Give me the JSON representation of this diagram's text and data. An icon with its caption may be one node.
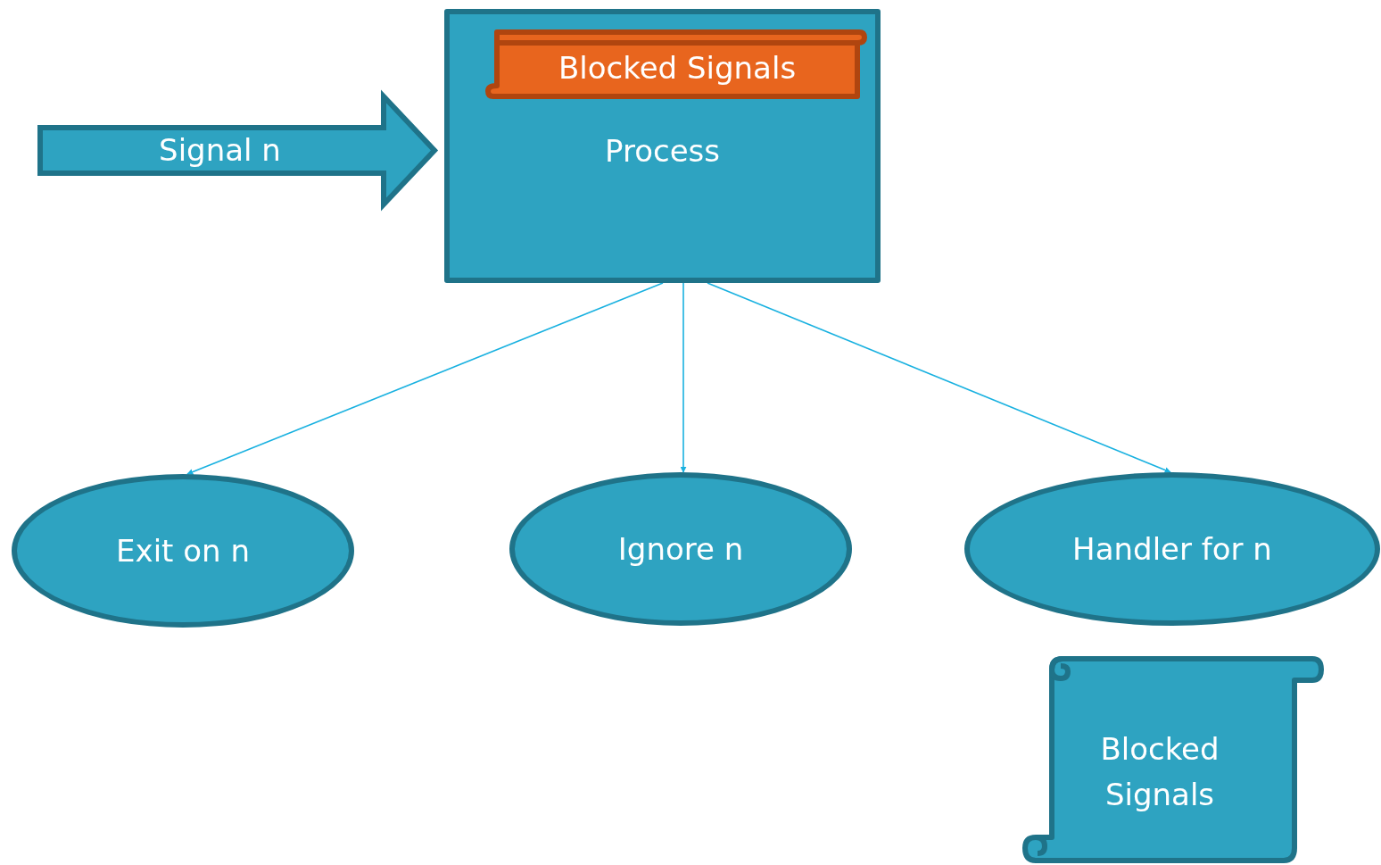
{
  "diagram": {
    "nodes": [
      {
        "text": [
          "Signal n"
        ]
      },
      {
        "text": [
          "Process"
        ]
      },
      {
        "text": [
          "Blocked Signals"
        ],
        "in": 1
      },
      {
        "text": [
          "Exit on n"
        ]
      },
      {
        "text": [
          "Ignore n"
        ]
      },
      {
        "text": [
          "Handler for n"
        ]
      },
      {
        "text": [
          "Blocked Signals"
        ]
      }
    ],
    "edges": [
      {
        "from": 1,
        "to": 3,
        "arrow": "to"
      },
      {
        "from": 1,
        "to": 4,
        "arrow": "to"
      },
      {
        "from": 1,
        "to": 5,
        "arrow": "to"
      }
    ]
  }
}
